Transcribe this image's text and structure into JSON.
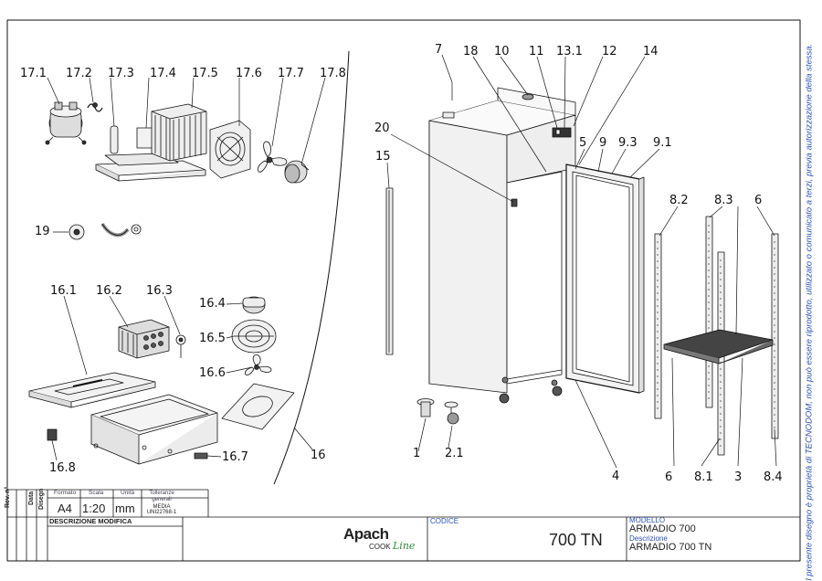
{
  "labels": {
    "l17_1": "17.1",
    "l17_2": "17.2",
    "l17_3": "17.3",
    "l17_4": "17.4",
    "l17_5": "17.5",
    "l17_6": "17.6",
    "l17_7": "17.7",
    "l17_8": "17.8",
    "l19": "19",
    "l16_1": "16.1",
    "l16_2": "16.2",
    "l16_3": "16.3",
    "l16_4": "16.4",
    "l16_5": "16.5",
    "l16_6": "16.6",
    "l16_7": "16.7",
    "l16_8": "16.8",
    "l16": "16",
    "l7": "7",
    "l18": "18",
    "l10": "10",
    "l11": "11",
    "l13_1": "13.1",
    "l12": "12",
    "l14": "14",
    "l20": "20",
    "l15": "15",
    "l5": "5",
    "l9": "9",
    "l9_3": "9.3",
    "l9_1": "9.1",
    "l8_2": "8.2",
    "l8_3": "8.3",
    "l6a": "6",
    "l6b": "6",
    "l8_1": "8.1",
    "l3": "3",
    "l8_4": "8.4",
    "l1": "1",
    "l2_1": "2.1",
    "l4": "4"
  },
  "title_block": {
    "rev_label": "Rev. n°",
    "data_label": "Data",
    "disegn_label": "Disegn",
    "formato_label": "Formato",
    "formato_value": "A4",
    "scala_label": "Scala",
    "scala_value": "1:20",
    "unita_label": "Unità",
    "unita_value": "mm",
    "tolleranze_label1": "Tolleranze",
    "tolleranze_label2": "generali",
    "tolleranze_value1": "MEDIA",
    "tolleranze_value2": "UNI22768-1",
    "descrizione_modifica": "DESCRIZIONE MODIFICA",
    "logo_main": "Apach",
    "logo_cook": "COOK",
    "logo_line": "Line",
    "codice_label": "CODICE",
    "codice_value": "700 TN",
    "modello_label": "MODELLO",
    "modello_value": "ARMADIO 700",
    "descrizione_label": "Descrizione",
    "descrizione_value": "ARMADIO 700 TN"
  },
  "side_note": "Il presente disegno è proprietà di TECNODOM, non può essere riprodotto, utilizzato o comunicato a terzi, previa autorizzazione della stessa.",
  "colors": {
    "line": "#111111",
    "note_blue": "#2a4fbf",
    "logo_green": "#2e8b3a"
  }
}
